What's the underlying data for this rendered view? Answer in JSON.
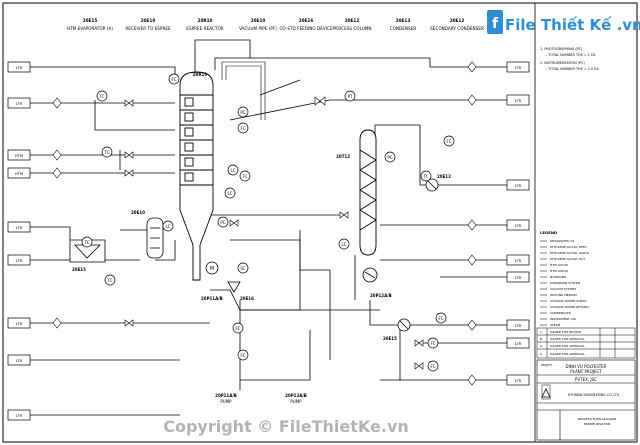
{
  "header_equipment": [
    {
      "tag": "20E15",
      "label": "HTM EVAPORATOR (A)"
    },
    {
      "tag": "20E10",
      "label": "RECEIVER TO ESPREE"
    },
    {
      "tag": "20R10",
      "label": "ESPREE REACTOR"
    },
    {
      "tag": "20E10",
      "label": "VACUUM PIPE (PF)"
    },
    {
      "tag": "20E16",
      "label": "CO-STD FEEDING DEVICE"
    },
    {
      "tag": "20E12",
      "label": "PROCESS COLUMN"
    },
    {
      "tag": "20E13",
      "label": "CONDENSER"
    },
    {
      "tag": "20E12",
      "label": "SECONDARY CONDENSER"
    }
  ],
  "equipment_tags": {
    "reactor": "20R10",
    "column": "20T12",
    "pump_a": "20P11A/B",
    "pump_b": "20P12A/B",
    "heater": "20E15",
    "exchanger_left": "20E10",
    "exchanger_right": "20E12",
    "filter": "20E16",
    "exchanger_bottom": "20E15"
  },
  "instrument_labels": [
    "FC",
    "TC",
    "LC",
    "TC",
    "PC",
    "FC",
    "LC",
    "FC",
    "LC",
    "PT",
    "PC",
    "FC",
    "LC",
    "TC",
    "SC",
    "FC",
    "FC",
    "FC",
    "FC",
    "FC",
    "PC",
    "TC",
    "TC"
  ],
  "legend": {
    "heading": "LEGEND",
    "items": [
      "DESIGNATED AS",
      "ETHYLENE GLYCOL FEED",
      "ETHYLENE GLYCOL VAPOR",
      "ETHYLENE GLYCOL OUT",
      "HTM LIQUID",
      "HTM VAPOR",
      "NITROGEN",
      "EXPANSION SYSTEM",
      "VACUUM SYSTEM",
      "HEATING MEDIUM",
      "COOLING WATER SUPPLY",
      "COOLING WATER RETURN",
      "CONDENSATE",
      "INSTRUMENT AIR",
      "STEAM"
    ]
  },
  "notes": {
    "note1_title": "1. PHOTOGRAPHING (PC)",
    "note1_line": "- TOTAL NUMBER THE = 1 EA",
    "note2_title": "2. INSTRUMENTATION (PC)",
    "note2_line": "- TOTAL NUMBER THE = 2.0 EA"
  },
  "revisions": [
    {
      "rev": "C",
      "desc": "ISSUED FOR REVIEW"
    },
    {
      "rev": "B",
      "desc": "ISSUED FOR APPROVAL"
    },
    {
      "rev": "A",
      "desc": "ISSUED FOR APPROVAL"
    },
    {
      "rev": "0",
      "desc": "ISSUED FOR APPROVAL"
    }
  ],
  "title_block": {
    "client_line1": "DINH VU POLYESTER",
    "client_line2": "PLANT PROJECT",
    "owner": "PVTEX, JSC",
    "contractor": "HYUNDAI ENGINEERING CO.,LTD.",
    "drawing_title1": "PROCESS FLOW DIAGRAM",
    "drawing_title2": "ESPREE REACTOR",
    "project_label": "PROJECT"
  },
  "watermark": {
    "brand_top": "File Thiết Kế .vn",
    "copyright": "Copyright © FileThietKe.vn"
  },
  "stream_labels_left": [
    "LTR",
    "LTR",
    "HTM",
    "HTM",
    "LTR",
    "LTR",
    "LTR",
    "LTR",
    "LTR"
  ],
  "stream_labels_right": [
    "LTR",
    "LTR",
    "LTR",
    "LTR",
    "LTR",
    "LTR",
    "LTR",
    "LTR",
    "LTR"
  ],
  "bottom_tags": [
    {
      "tag": "20P11A/B",
      "label": "PUMP"
    },
    {
      "tag": "20P12A/B",
      "label": "PUMP"
    }
  ]
}
